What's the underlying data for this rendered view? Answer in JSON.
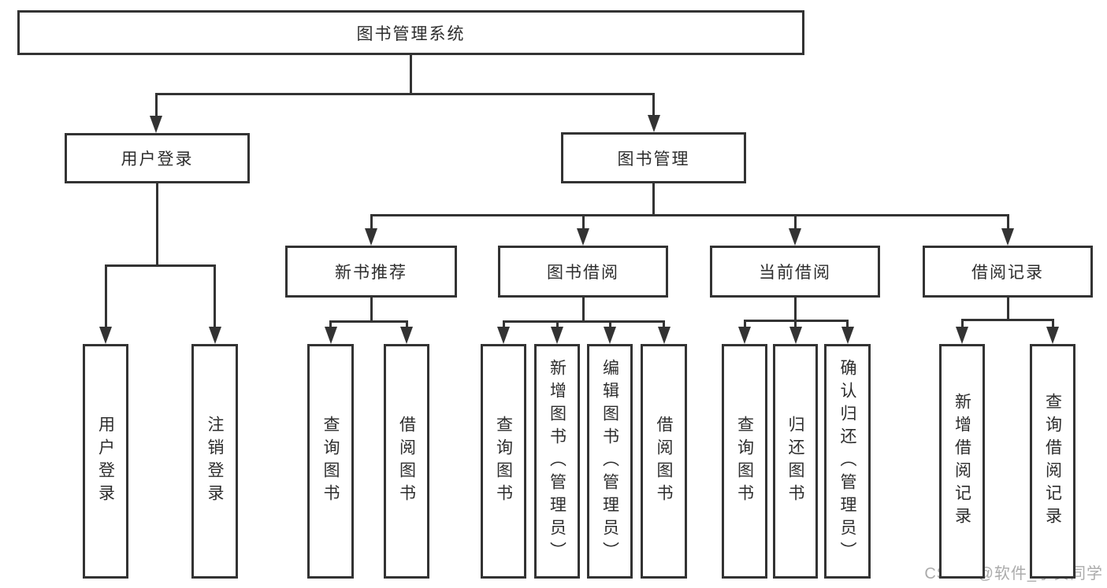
{
  "diagram": {
    "line_color": "#333333",
    "box_border_color": "#333333",
    "text_color": "#2d2d2d",
    "background": "#ffffff",
    "nodes": [
      {
        "id": "system",
        "label": "图书管理系统",
        "parent": null
      },
      {
        "id": "user-login-group",
        "label": "用户登录",
        "parent": "system"
      },
      {
        "id": "book-management",
        "label": "图书管理",
        "parent": "system"
      },
      {
        "id": "new-book-recommend",
        "label": "新书推荐",
        "parent": "book-management"
      },
      {
        "id": "book-borrow",
        "label": "图书借阅",
        "parent": "book-management"
      },
      {
        "id": "current-borrow",
        "label": "当前借阅",
        "parent": "book-management"
      },
      {
        "id": "borrow-records",
        "label": "借阅记录",
        "parent": "book-management"
      },
      {
        "id": "user-login",
        "label": "用户登录",
        "parent": "user-login-group"
      },
      {
        "id": "logout",
        "label": "注销登录",
        "parent": "user-login-group"
      },
      {
        "id": "query-books-1",
        "label": "查询图书",
        "parent": "new-book-recommend"
      },
      {
        "id": "borrow-books-1",
        "label": "借阅图书",
        "parent": "new-book-recommend"
      },
      {
        "id": "query-books-2",
        "label": "查询图书",
        "parent": "book-borrow"
      },
      {
        "id": "add-books",
        "label": "新增图书（管理员）",
        "parent": "book-borrow"
      },
      {
        "id": "edit-books",
        "label": "编辑图书（管理员）",
        "parent": "book-borrow"
      },
      {
        "id": "borrow-books-2",
        "label": "借阅图书",
        "parent": "book-borrow"
      },
      {
        "id": "query-books-3",
        "label": "查询图书",
        "parent": "current-borrow"
      },
      {
        "id": "return-books",
        "label": "归还图书",
        "parent": "current-borrow"
      },
      {
        "id": "confirm-return",
        "label": "确认归还（管理员）",
        "parent": "current-borrow"
      },
      {
        "id": "add-borrow-record",
        "label": "新增借阅记录",
        "parent": "borrow-records"
      },
      {
        "id": "query-borrow-record",
        "label": "查询借阅记录",
        "parent": "borrow-records"
      }
    ]
  },
  "watermark": {
    "text": "CSDN @软件_小贺同学",
    "color": "#ababab"
  }
}
